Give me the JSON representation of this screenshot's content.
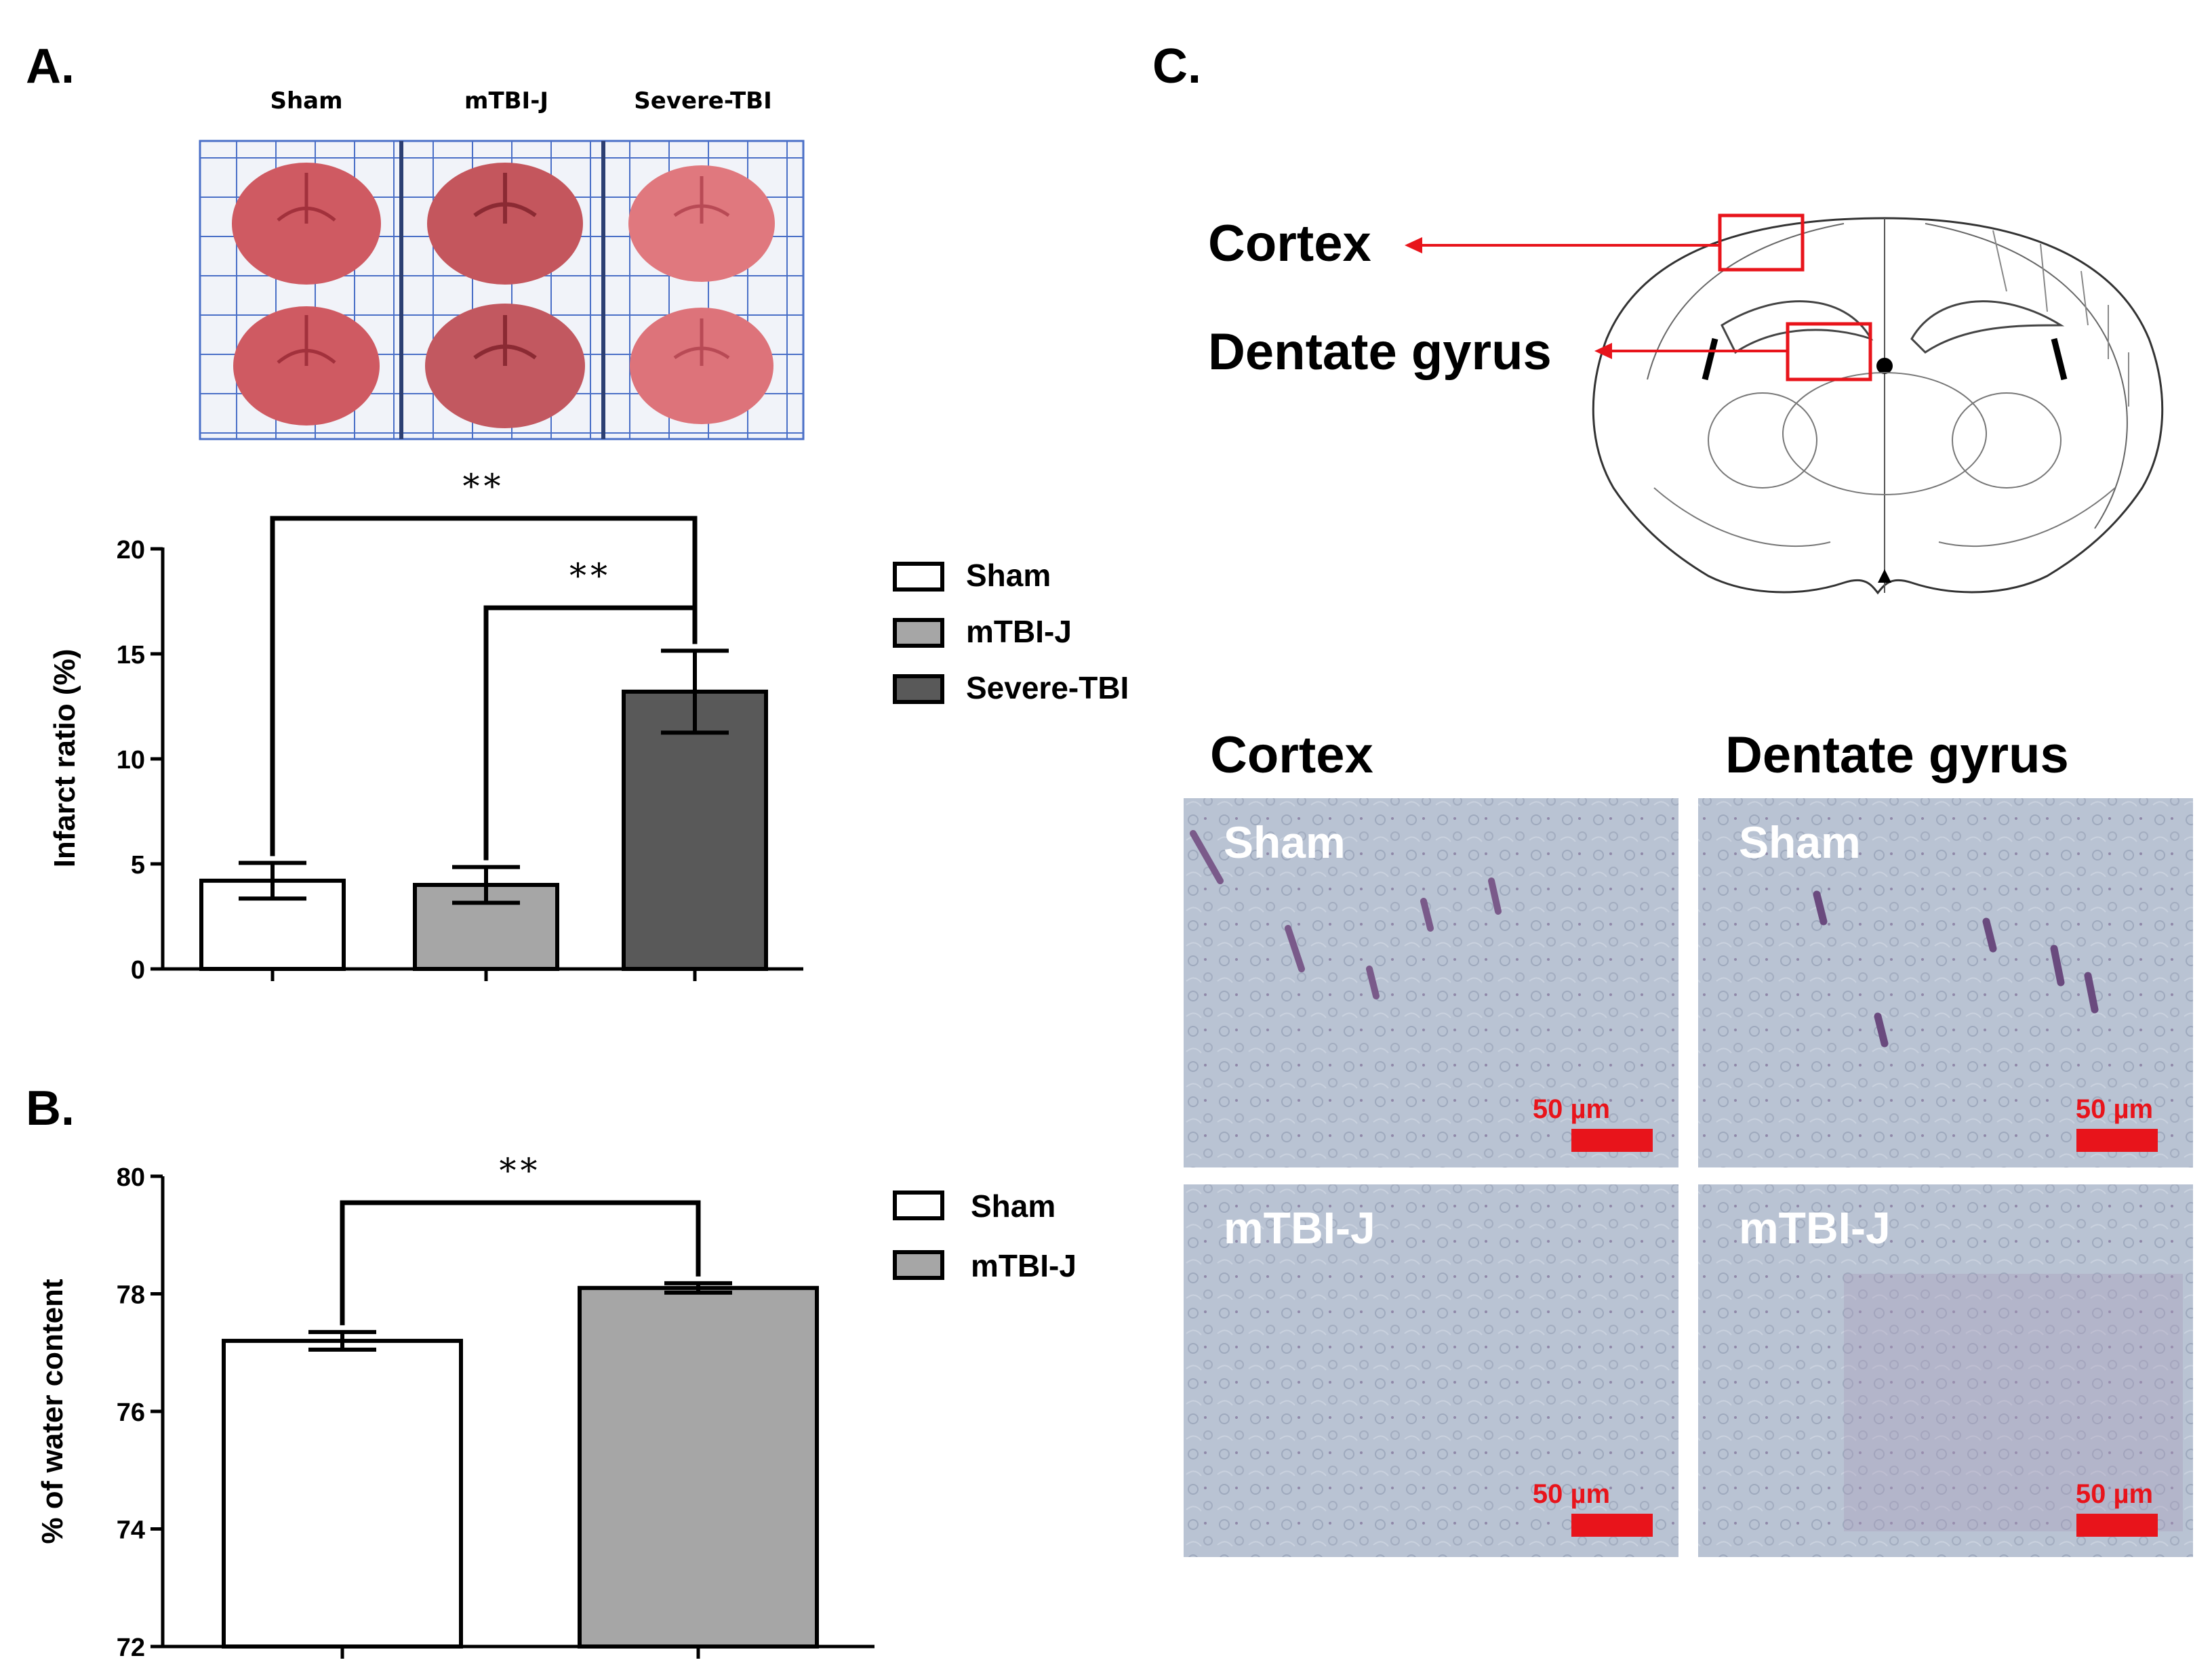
{
  "panels": {
    "a": "A.",
    "b": "B.",
    "c": "C."
  },
  "colors": {
    "sham": "#ffffff",
    "mtbi": "#a6a6a6",
    "severe": "#595959",
    "accent_red": "#e8141b",
    "tissue": "#cf5a62",
    "grid_blue": "#4a6fc7",
    "histology": "#b9c3d3"
  },
  "panel_a": {
    "photo_labels": [
      "Sham",
      "mTBI-J",
      "Severe-TBI"
    ],
    "chart_data": {
      "type": "bar",
      "categories": [
        "Sham",
        "mTBI-J",
        "Severe-TBI"
      ],
      "values": [
        4.2,
        4.0,
        13.2
      ],
      "errors": [
        0.85,
        0.85,
        1.95
      ],
      "ylabel": "Infarct ratio (%)",
      "ylim": [
        0,
        20
      ],
      "yticks": [
        0,
        5,
        10,
        15,
        20
      ],
      "legend": [
        "Sham",
        "mTBI-J",
        "Severe-TBI"
      ],
      "legend_position": "right",
      "significance": [
        {
          "from": 0,
          "to": 2,
          "label": "**"
        },
        {
          "from": 1,
          "to": 2,
          "label": "**"
        }
      ]
    }
  },
  "panel_b": {
    "chart_data": {
      "type": "bar",
      "categories": [
        "Sham",
        "mTBI-J"
      ],
      "values": [
        77.2,
        78.1
      ],
      "errors": [
        0.15,
        0.08
      ],
      "ylabel": "% of water content",
      "ylim": [
        72,
        80
      ],
      "yticks": [
        72,
        74,
        76,
        78,
        80
      ],
      "legend": [
        "Sham",
        "mTBI-J"
      ],
      "legend_position": "right",
      "significance": [
        {
          "from": 0,
          "to": 1,
          "label": "**"
        }
      ]
    }
  },
  "panel_c": {
    "atlas_labels": {
      "cortex": "Cortex",
      "dentate": "Dentate gyrus"
    },
    "column_headers": [
      "Cortex",
      "Dentate gyrus"
    ],
    "micrographs": [
      {
        "label": "Sham",
        "scale": "50 µm"
      },
      {
        "label": "Sham",
        "scale": "50 µm"
      },
      {
        "label": "mTBI-J",
        "scale": "50 µm"
      },
      {
        "label": "mTBI-J",
        "scale": "50 µm"
      }
    ]
  }
}
